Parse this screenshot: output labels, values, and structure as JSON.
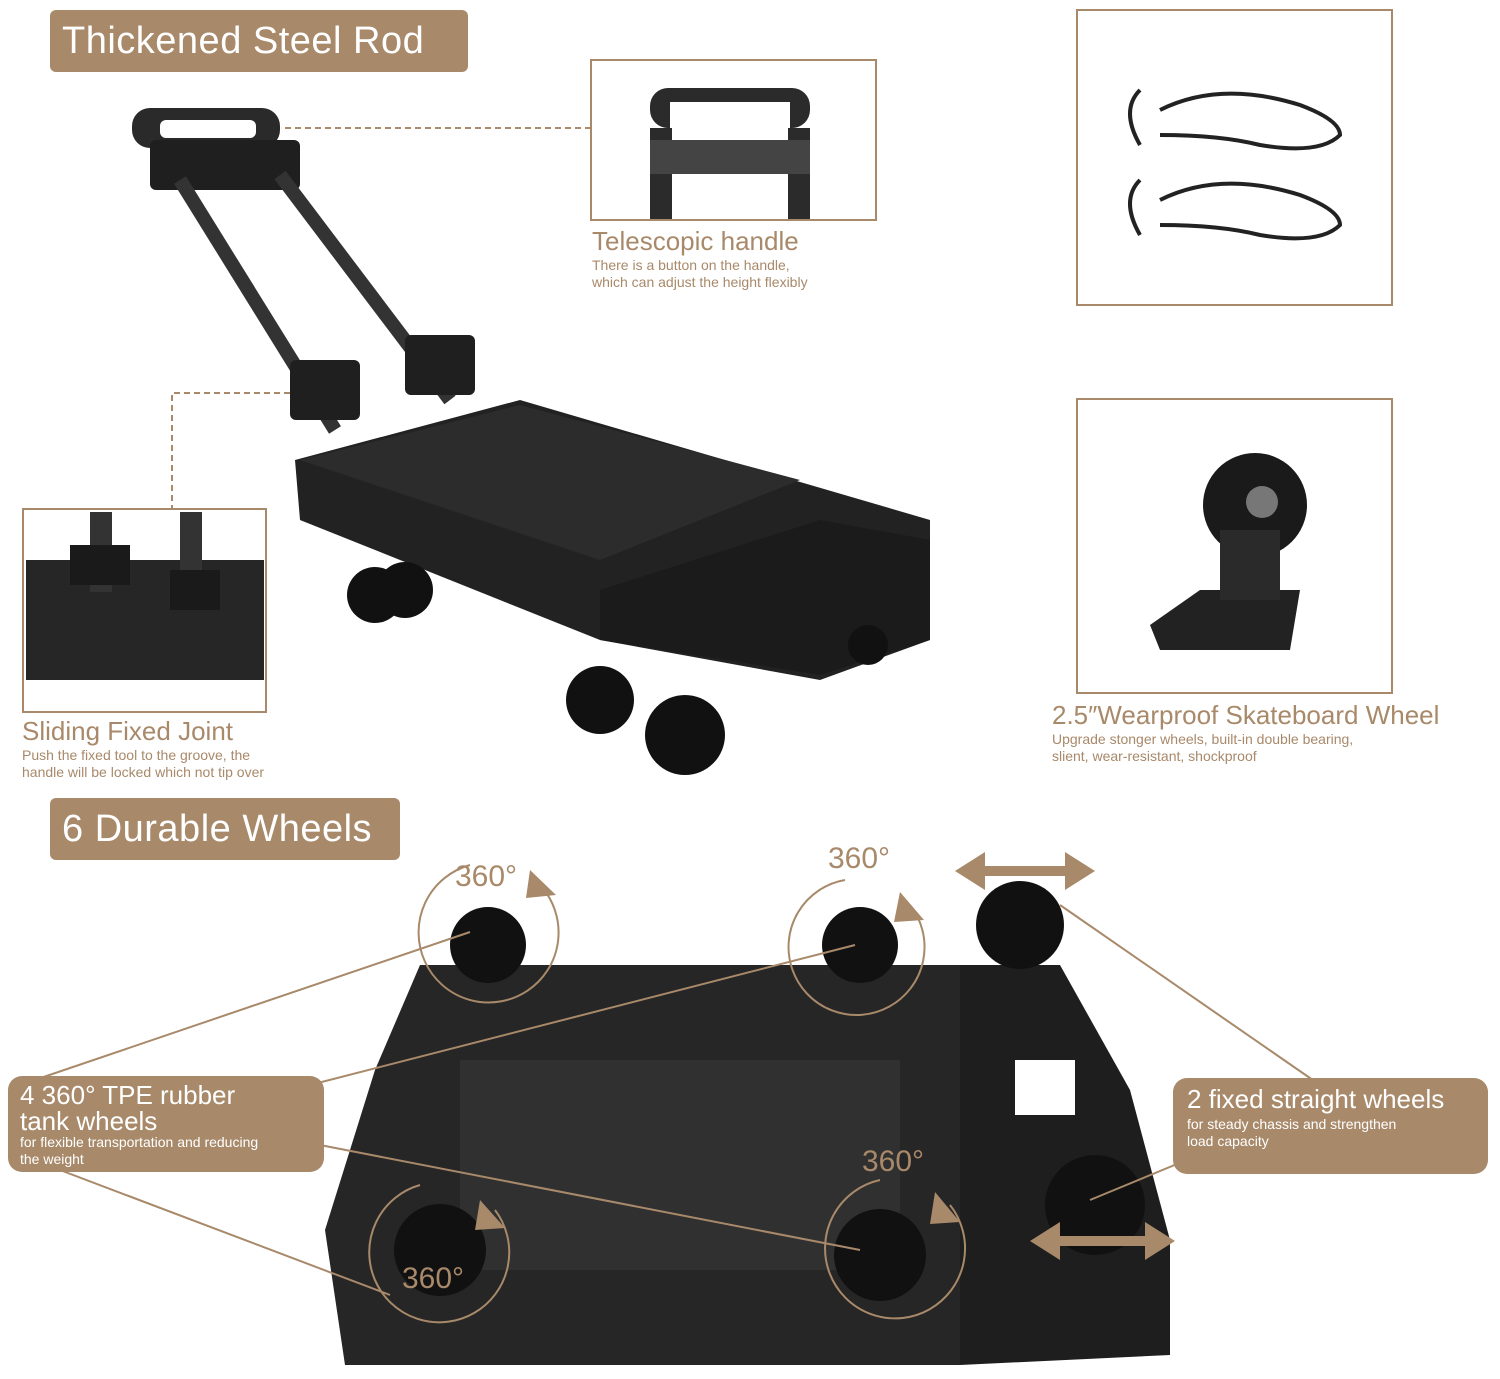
{
  "colors": {
    "accent": "#a8896a",
    "product": "#1f1f1f",
    "background": "#ffffff"
  },
  "sections": {
    "steel_rod": "Thickened Steel Rod",
    "wheels": "6 Durable Wheels"
  },
  "handle": {
    "title": "Telescopic handle",
    "desc_line1": "There is a button on the handle,",
    "desc_line2": "which can adjust the height flexibly"
  },
  "joint": {
    "title": "Sliding Fixed Joint",
    "desc_line1": "Push the fixed tool to the groove, the",
    "desc_line2": "handle will be locked which not tip over"
  },
  "wheel_detail": {
    "title": "2.5″Wearproof Skateboard Wheel",
    "desc_line1": "Upgrade stonger wheels, built-in double bearing,",
    "desc_line2": "slient, wear-resistant, shockproof"
  },
  "swivel_callout": {
    "title_line1": "4 360° TPE rubber",
    "title_line2": "tank wheels",
    "desc_line1": "for flexible transportation and reducing",
    "desc_line2": "the weight"
  },
  "fixed_callout": {
    "title": "2 fixed straight wheels",
    "desc_line1": "for steady chassis and strengthen",
    "desc_line2": "load capacity"
  },
  "rotation_labels": [
    "360°",
    "360°",
    "360°",
    "360°"
  ]
}
